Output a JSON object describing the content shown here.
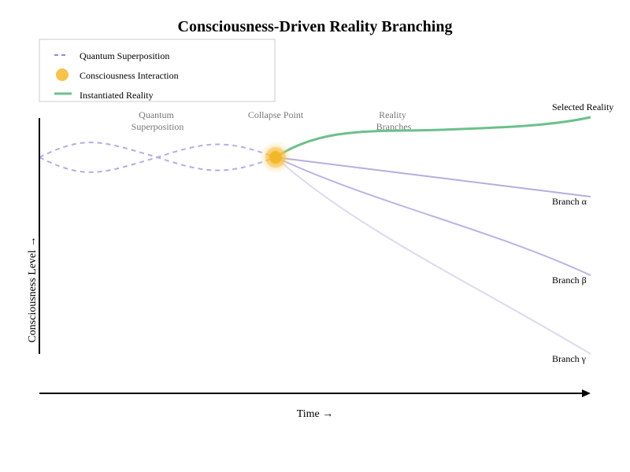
{
  "title": "Consciousness-Driven Reality Branching",
  "legend": {
    "items": [
      {
        "label": "Quantum Superposition",
        "icon": "dashed-line-icon",
        "color": "#8c8cd9"
      },
      {
        "label": "Consciousness Interaction",
        "icon": "glow-dot-icon",
        "color": "#f5b72a"
      },
      {
        "label": "Instantiated Reality",
        "icon": "solid-line-icon",
        "color": "#6cc08b"
      }
    ]
  },
  "stages": {
    "superposition": [
      "Quantum",
      "Superposition"
    ],
    "collapse": "Collapse Point",
    "branches": [
      "Reality",
      "Branches"
    ]
  },
  "branches": {
    "selected": "Selected Reality",
    "alpha": "Branch α",
    "beta": "Branch β",
    "gamma": "Branch γ"
  },
  "axes": {
    "x_label": "Time →",
    "y_label": "Consciousness Level →"
  },
  "colors": {
    "superposition": "#b3aee6",
    "collapse_glow": "#f5b72a",
    "selected": "#6cc08b",
    "branch_alpha": "#b3aee0",
    "branch_beta": "#b9b4e6",
    "branch_gamma": "#dcdaf0",
    "axis": "#000000",
    "stage_text": "#777777"
  }
}
